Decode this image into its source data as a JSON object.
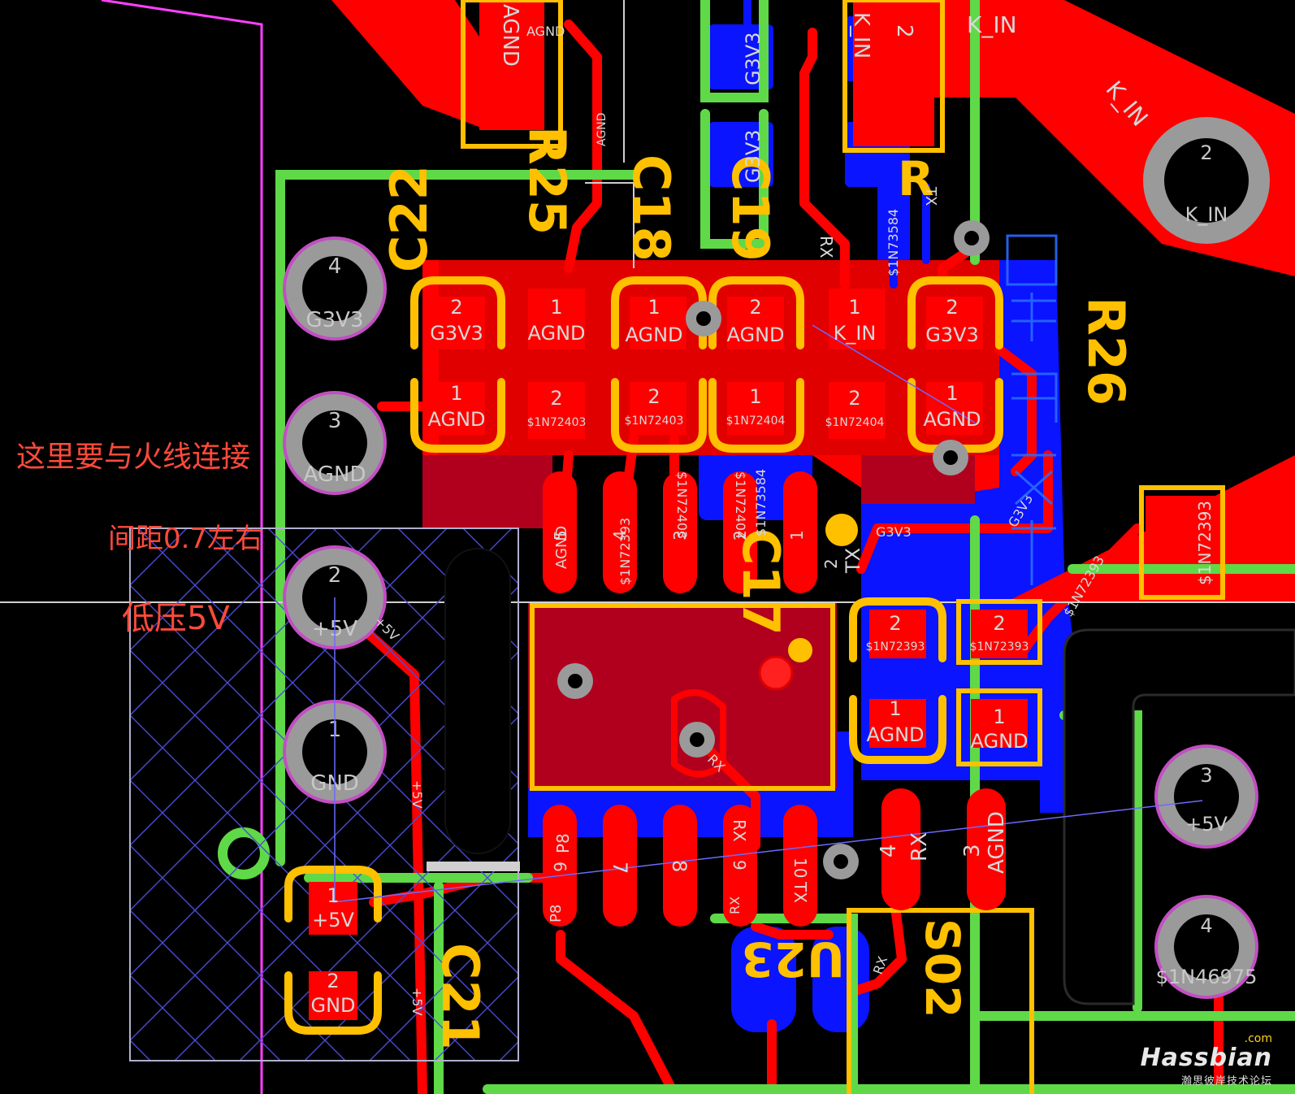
{
  "annotations": {
    "live_wire": "这里要与火线连接",
    "spacing": "间距0.7左右",
    "low_voltage": "低压5V"
  },
  "designators": {
    "c22": "C22",
    "r25": "R25",
    "c18": "C18",
    "c19": "C19",
    "r26": "R26",
    "c17": "C17",
    "c21": "C21",
    "u23": "U23",
    "s02": "S02",
    "r_partial": "R"
  },
  "connector": {
    "pins": [
      {
        "num": "4",
        "net": "G3V3"
      },
      {
        "num": "3",
        "net": "AGND"
      },
      {
        "num": "2",
        "net": "+5V"
      },
      {
        "num": "1",
        "net": "GND"
      }
    ]
  },
  "top_pads_row1": [
    {
      "num": "2",
      "net": "G3V3"
    },
    {
      "num": "1",
      "net": "AGND"
    },
    {
      "num": "1",
      "net": "AGND"
    },
    {
      "num": "2",
      "net": "AGND"
    },
    {
      "num": "1",
      "net": "K_IN"
    },
    {
      "num": "2",
      "net": "G3V3"
    }
  ],
  "top_pads_row2": [
    {
      "num": "1",
      "net": "AGND"
    },
    {
      "num": "2",
      "net": "$1N72403"
    },
    {
      "num": "2",
      "net": "$1N72403"
    },
    {
      "num": "1",
      "net": "$1N72404"
    },
    {
      "num": "2",
      "net": "$1N72404"
    },
    {
      "num": "1",
      "net": "AGND"
    }
  ],
  "right_holes": [
    {
      "num": "2",
      "net": "K_IN"
    },
    {
      "num": "3",
      "net": "+5V"
    },
    {
      "num": "4",
      "net": "$1N46975"
    }
  ],
  "c21_pads": [
    {
      "num": "1",
      "net": "+5V"
    },
    {
      "num": "2",
      "net": "GND"
    }
  ],
  "mid_pads": [
    {
      "num": "2",
      "net": "$1N72393"
    },
    {
      "num": "2",
      "net": "$1N72393"
    },
    {
      "num": "1",
      "net": "AGND"
    },
    {
      "num": "1",
      "net": "AGND"
    }
  ],
  "ic_pins": [
    {
      "num": "5",
      "net": "AGND"
    },
    {
      "num": "4",
      "net": "$1N72393"
    },
    {
      "num": "3",
      "net": "$1N72403"
    },
    {
      "num": "2",
      "net": "$1N72404"
    },
    {
      "num": "1",
      "net": "$1N73584"
    },
    {
      "num": "2",
      "net": "TX"
    },
    {
      "num": "6",
      "net": "P8"
    },
    {
      "num": "7",
      "net": ""
    },
    {
      "num": "8",
      "net": ""
    },
    {
      "num": "9",
      "net": "RX"
    },
    {
      "num": "10",
      "net": "TX"
    },
    {
      "num": "4",
      "net": "RX"
    },
    {
      "num": "3",
      "net": "AGND"
    }
  ],
  "net_labels": {
    "k_in": "K_IN",
    "agnd": "AGND",
    "g3v3": "G3V3",
    "rx": "RX",
    "tx": "TX",
    "p8": "P8",
    "v5": "+5V",
    "n72393": "$1N72393",
    "n73584": "$1N73584",
    "pad2": "2"
  },
  "watermark": {
    "brand": "Hassbian",
    "com": ".com",
    "sub": "瀚思彼岸技术论坛"
  },
  "colors": {
    "background": "#000000",
    "copper_top": "#ff0000",
    "copper_bottom": "#0000ff",
    "silkscreen": "#ffc000",
    "board_outline": "#62d84a",
    "keepout": "#ff44ff",
    "annotation": "#ff4a3a"
  }
}
